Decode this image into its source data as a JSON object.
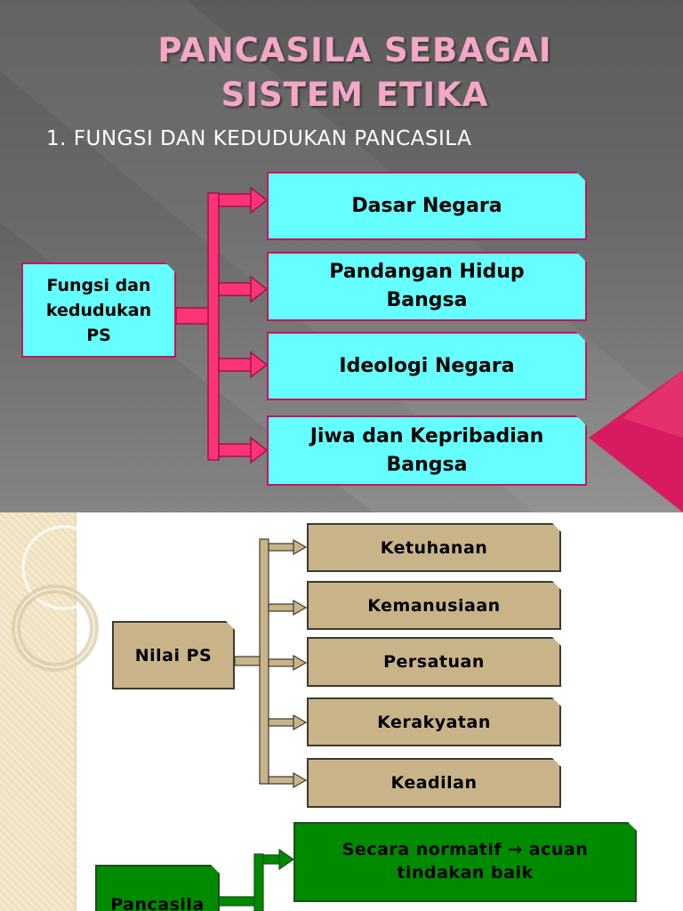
{
  "slide1": {
    "title_line1": "PANCASILA SEBAGAI",
    "title_line2": "SISTEM  ETIKA",
    "subtitle": "1. FUNGSI DAN KEDUDUKAN PANCASILA",
    "source": {
      "line1": "Fungsi dan",
      "line2": "kedudukan",
      "line3": "PS"
    },
    "targets": [
      {
        "line1": "Dasar Negara",
        "line2": ""
      },
      {
        "line1": "Pandangan Hidup",
        "line2": "Bangsa"
      },
      {
        "line1": "Ideologi Negara",
        "line2": ""
      },
      {
        "line1": "Jiwa dan Kepribadian",
        "line2": "Bangsa"
      }
    ],
    "colors": {
      "box_fill": "#66ffff",
      "connector": "#ff3377",
      "title": "#f4a7c6"
    }
  },
  "slide2": {
    "source": "Nilai  PS",
    "targets": [
      "Ketuhanan",
      "Kemanusiaan",
      "Persatuan",
      "Kerakyatan",
      "Keadilan"
    ],
    "colors": {
      "box_fill": "#c9b48a",
      "connector": "#c9b48a"
    }
  },
  "slide3": {
    "source": "Pancasila",
    "target_line1": "Secara normatif → acuan",
    "target_line2": "tindakan baik",
    "colors": {
      "box_fill": "#008a00",
      "connector": "#008a00"
    }
  }
}
